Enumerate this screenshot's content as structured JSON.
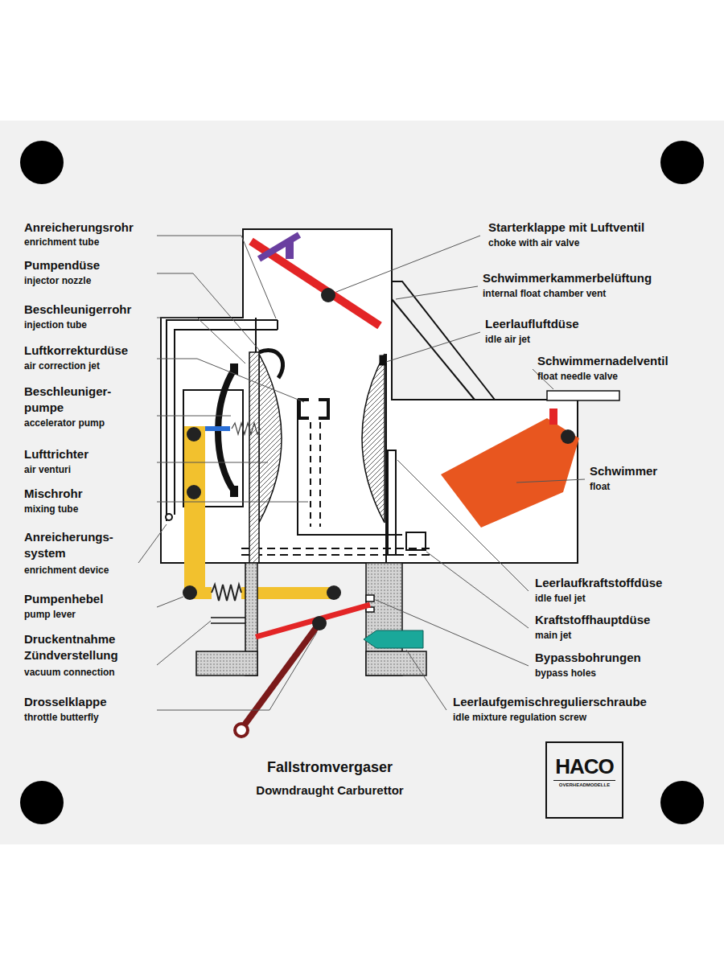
{
  "diagram": {
    "title": "Fallstromvergaser",
    "caption": "Downdraught Carburettor",
    "nodes": [
      {
        "text": [
          "HACO",
          "OVERHEADMODELLE"
        ]
      }
    ],
    "labels": [
      "Anreicherungsrohr",
      "enrichment tube",
      "Pumpendüse",
      "injector nozzle",
      "Beschleunigerrohr",
      "injection tube",
      "Luftkorrekturdüse",
      "air correction jet",
      "Beschleuniger- pumpe",
      "accelerator pump",
      "Lufttrichter",
      "air venturi",
      "Mischrohr",
      "mixing tube",
      "Anreicherungs- system",
      "enrichment device",
      "Pumpenhebel",
      "pump lever",
      "Druckentnahme Zündverstellung",
      "vacuum connection",
      "Drosselklappe",
      "throttle butterfly",
      "Starterklappe mit Luftventil",
      "choke with air valve",
      "Schwimmerkammerbelüftung",
      "internal float chamber vent",
      "Leerlaufluftdüse",
      "idle air jet",
      "Schwimmernadelventil",
      "float needle valve",
      "Schwimmer",
      "float",
      "Leerlaufkraftstoffdüse",
      "idle fuel jet",
      "Kraftstoffhauptdüse",
      "main jet",
      "Bypassbohrungen",
      "bypass holes",
      "Leerlaufgemischregulierschraube",
      "idle mixture regulation screw"
    ]
  }
}
